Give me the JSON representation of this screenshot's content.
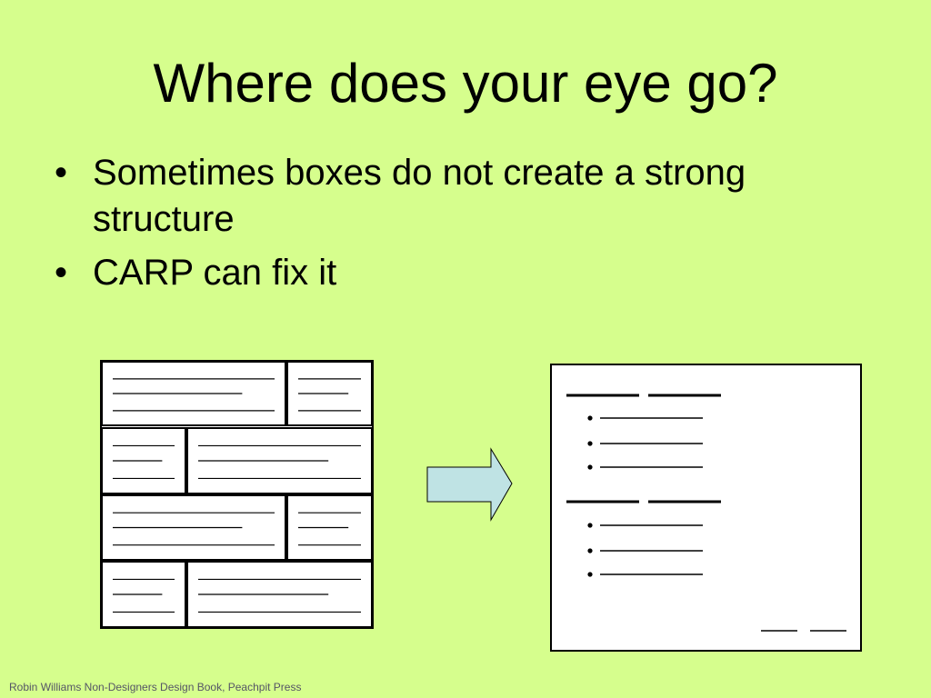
{
  "title": "Where does your eye go?",
  "bullets": [
    "Sometimes boxes do not create a strong structure",
    "CARP can fix it"
  ],
  "bullet_glyph": "•",
  "footer": "Robin Williams Non-Designers Design Book, Peachpit Press",
  "colors": {
    "background": "#d6fe8d",
    "arrow_fill": "#bfe3e4",
    "box_fill": "#ffffff",
    "line": "#000000"
  }
}
